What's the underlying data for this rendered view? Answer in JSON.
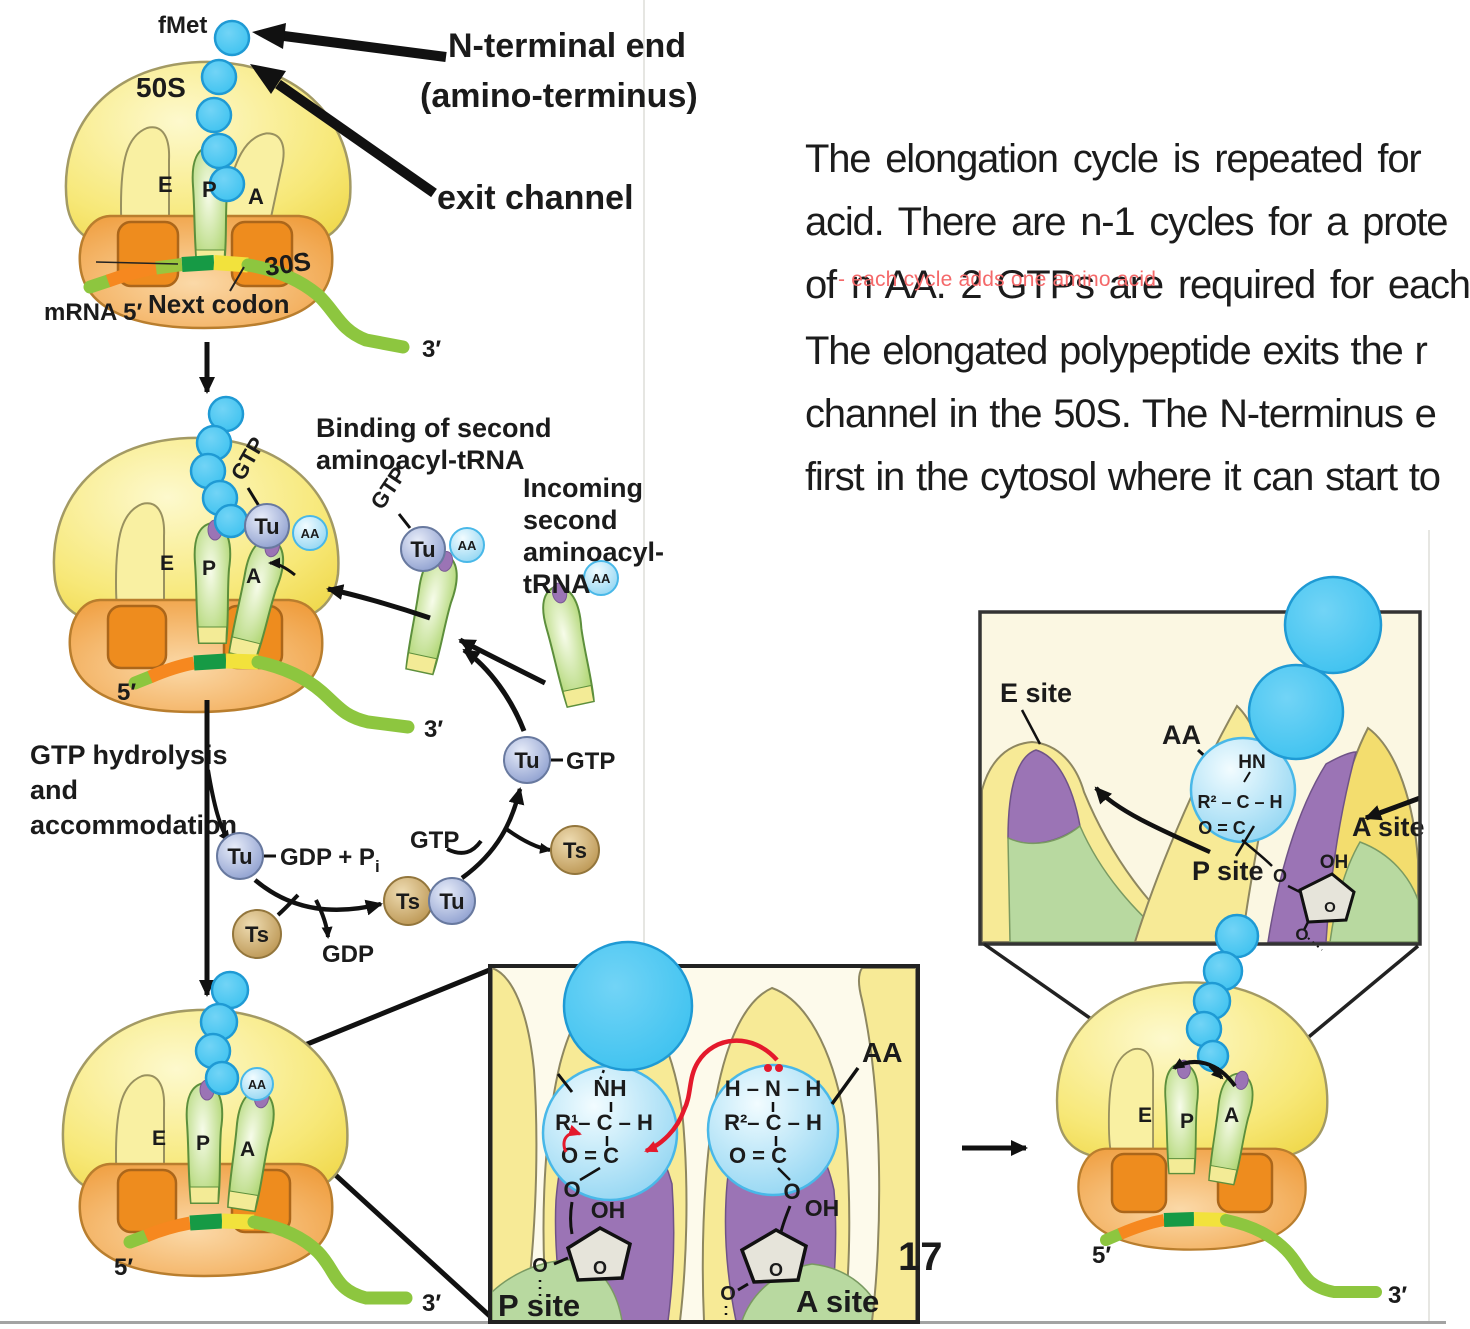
{
  "page": {
    "slide_number": "17"
  },
  "colors": {
    "polypeptide_blue": "#45c7f3",
    "ribosome_yellow": "#f3de58",
    "small_subunit_orange": "#f09c3a",
    "mrna_green": "#8dc63f",
    "codon_dark_green": "#169a45",
    "codon_yellow": "#f2e23c",
    "codon_orange": "#f6881f",
    "trna_green": "#9ccb52",
    "tu_blue": "#8fa2d4",
    "ts_tan": "#c09a56",
    "purple": "#9b74b5",
    "red_note": "#f4696a",
    "red_arrow": "#e4192c"
  },
  "right_text": {
    "p1": [
      "The elongation cycle is repeated for",
      "acid. There are n-1 cycles for a prote",
      "of n AA. 2 GTPs are required for each"
    ],
    "red_note": "- each cycle adds one amino acid",
    "p2": [
      "The elongated polypeptide exits the r",
      "channel in the 50S. The N-terminus e",
      "first in the cytosol where it can start to"
    ]
  },
  "d1": {
    "fmet": "fMet",
    "s50": "50S",
    "s30": "30S",
    "site_e": "E",
    "site_p": "P",
    "site_a": "A",
    "mrna5": "mRNA 5′",
    "next_codon": "Next codon",
    "three_prime": "3′",
    "nt1": "N-terminal end",
    "nt2": "(amino-terminus)",
    "exit_channel": "exit channel"
  },
  "d2": {
    "binding1": "Binding of second",
    "binding2": "aminoacyl-tRNA",
    "inc0": "Incoming",
    "inc1": "second",
    "inc2": "aminoacyl-",
    "inc3": "tRNA",
    "gtp_ribosome": "GTP",
    "gtp_free": "GTP",
    "tu_ribosome": "Tu",
    "tu_free": "Tu",
    "aa_ribosome": "AA",
    "aa_free": "AA",
    "aa_incoming": "AA",
    "site_e": "E",
    "site_p": "P",
    "site_a": "A",
    "five_prime": "5′",
    "three_prime": "3′"
  },
  "cycle": {
    "h0": "GTP hydrolysis",
    "h1": "and",
    "h2": "accommodation",
    "tu_gdp": "Tu",
    "gdp_pi": "GDP + P",
    "pi": "i",
    "ts_free": "Ts",
    "gdp": "GDP",
    "ts_pair": "Ts",
    "tu_pair": "Tu",
    "gtp_in": "GTP",
    "ts_out": "Ts",
    "tu_gtp": "Tu",
    "gtp_label": "GTP"
  },
  "d3": {
    "aa": "AA",
    "site_e": "E",
    "site_p": "P",
    "site_a": "A",
    "five_prime": "5′",
    "three_prime": "3′"
  },
  "box_center": {
    "nh": "NH",
    "r1_line": "R¹– C – H",
    "oc1": "O = C",
    "o1": "O",
    "oh1": "OH",
    "oring1": "O",
    "odash1": "O",
    "p_site": "P site",
    "hnh": "H – N – H",
    "r2_line": "R²– C – H",
    "oc2": "O = C",
    "o2": "O",
    "oh2": "OH",
    "oring2": "O",
    "odash2": "O",
    "a_site": "A site",
    "aa": "AA"
  },
  "box_right": {
    "e_site": "E site",
    "aa": "AA",
    "hn": "HN",
    "r2_line": "R² – C – H",
    "oc": "O = C",
    "o": "O",
    "oh": "OH",
    "oring": "O",
    "odash": "O",
    "p_site": "P site",
    "a_site": "A site"
  },
  "d4": {
    "site_e": "E",
    "site_p": "P",
    "site_a": "A",
    "five_prime": "5′",
    "three_prime": "3′"
  }
}
